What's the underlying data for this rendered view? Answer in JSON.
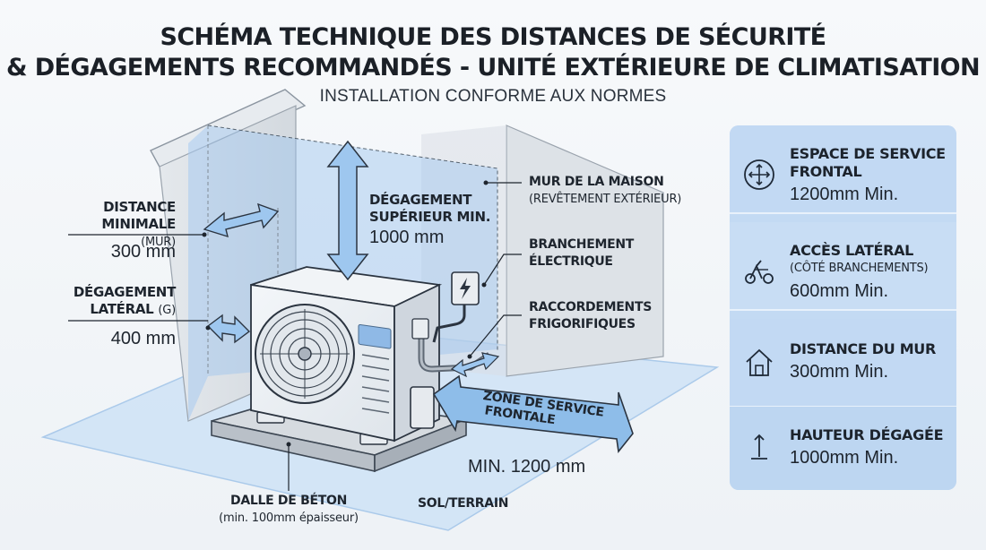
{
  "title_line1": "SCHÉMA TECHNIQUE DES DISTANCES DE SÉCURITÉ",
  "title_line2": "& DÉGAGEMENTS RECOMMANDÉS - UNITÉ EXTÉRIEURE DE CLIMATISATION",
  "subtitle": "INSTALLATION CONFORME AUX NORMES",
  "labels": {
    "min_distance_line1": "DISTANCE",
    "min_distance_line2": "MINIMALE",
    "min_distance_suffix": "(MUR)",
    "min_distance_value": "300 mm",
    "lateral_line1": "DÉGAGEMENT",
    "lateral_line2": "LATÉRAL",
    "lateral_suffix": "(G)",
    "lateral_value": "400 mm",
    "top_line1": "DÉGAGEMENT",
    "top_line2": "SUPÉRIEUR MIN.",
    "top_value": "1000 mm",
    "wall_line1": "MUR DE LA MAISON",
    "wall_line2": "(REVÊTEMENT EXTÉRIEUR)",
    "electrical_line1": "BRANCHEMENT",
    "electrical_line2": "ÉLECTRIQUE",
    "refrigerant_line1": "RACCORDEMENTS",
    "refrigerant_line2": "FRIGORIFIQUES",
    "service_zone_line1": "ZONE DE SERVICE",
    "service_zone_line2": "FRONTALE",
    "service_value": "MIN. 1200 mm",
    "slab_line1": "DALLE DE BÉTON",
    "slab_line2": "(min. 100mm épaisseur)",
    "ground": "SOL/TERRAIN"
  },
  "panel": [
    {
      "icon": "move-arrows-icon",
      "title": "ESPACE DE SERVICE FRONTAL",
      "sub": "",
      "value": "1200mm Min."
    },
    {
      "icon": "side-access-icon",
      "title": "ACCÈS LATÉRAL",
      "sub": "(CÔTÉ BRANCHEMENTS)",
      "value": "600mm Min."
    },
    {
      "icon": "house-icon",
      "title": "DISTANCE DU MUR",
      "sub": "",
      "value": "300mm Min."
    },
    {
      "icon": "vertical-arrow-icon",
      "title": "HAUTEUR DÉGAGÉE",
      "sub": "",
      "value": "1000mm Min."
    }
  ],
  "colors": {
    "panel_bg": "#c3daf3",
    "zone_blue": "#7fb2e6",
    "arrow_blue": "#9ec7ef",
    "outline": "#1f2a38"
  }
}
